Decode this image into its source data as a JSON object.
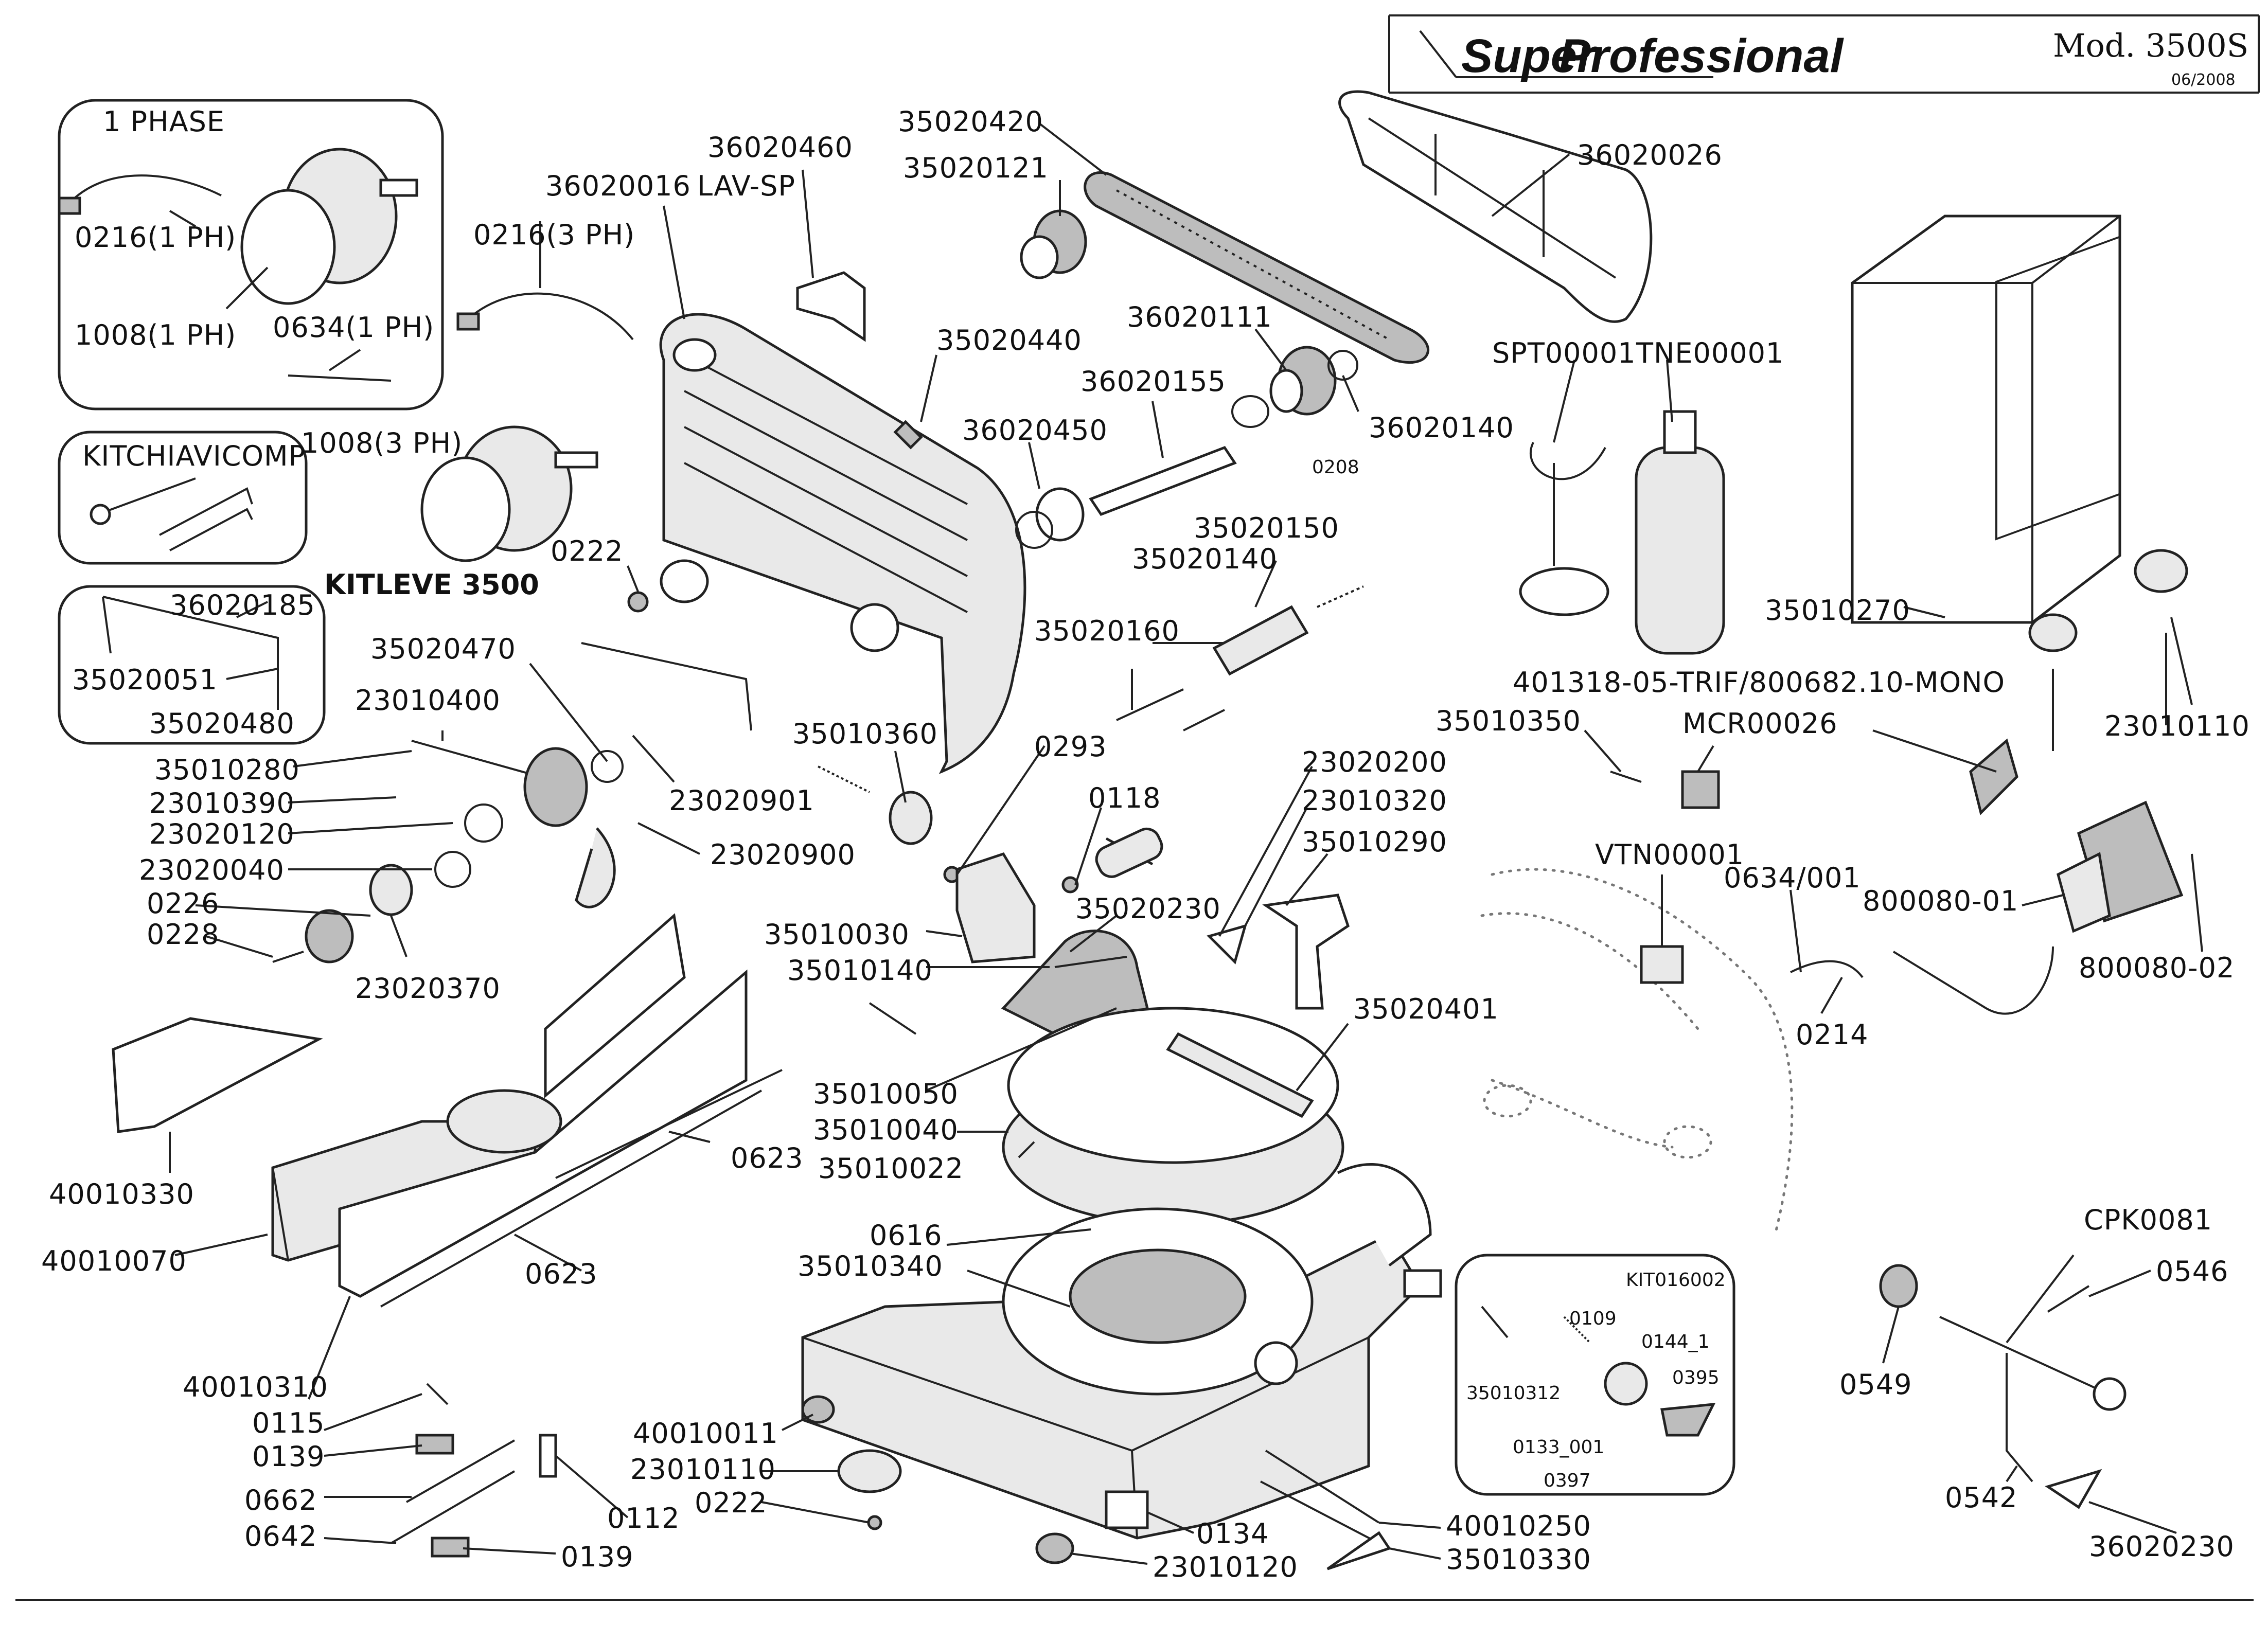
{
  "header": {
    "brand_left": "Super",
    "brand_right": "Professional",
    "model": "Mod. 3500S",
    "date": "06/2008"
  },
  "callouts": {
    "phase1_title": "1 PHASE",
    "kitchiavicomp": "KITCHIAVICOMP",
    "kitleve": "KITLEVE 3500",
    "kit016002": "KIT016002",
    "p0216_1ph": "0216(1 PH)",
    "p1008_1ph": "1008(1 PH)",
    "p0634_1ph": "0634(1 PH)",
    "p0216_3ph": "0216(3 PH)",
    "p1008_3ph": "1008(3 PH)",
    "p36020016": "36020016",
    "p36020460": "36020460",
    "lavsp": "LAV-SP",
    "p35020420": "35020420",
    "p35020121": "35020121",
    "p36020026": "36020026",
    "p35020440": "35020440",
    "p36020111": "36020111",
    "p36020155": "36020155",
    "p36020450": "36020450",
    "p0208": "0208",
    "p36020140": "36020140",
    "spt00001": "SPT00001",
    "tne00001": "TNE00001",
    "p0222a": "0222",
    "p36020185": "36020185",
    "p35020051": "35020051",
    "p35020480": "35020480",
    "p35020470": "35020470",
    "p35020150": "35020150",
    "p35020140": "35020140",
    "p35020160": "35020160",
    "p35010270": "35010270",
    "p23010400": "23010400",
    "p35010280": "35010280",
    "p23010390": "23010390",
    "p23020120": "23020120",
    "p23020040": "23020040",
    "p0226": "0226",
    "p0228": "0228",
    "p23020370": "23020370",
    "p23020901": "23020901",
    "p23020900": "23020900",
    "p35010360": "35010360",
    "p0293": "0293",
    "p0118": "0118",
    "p23020200": "23020200",
    "p23010320": "23010320",
    "p35010290": "35010290",
    "p401318": "401318-05-TRIF/800682.10-MONO",
    "p35010350": "35010350",
    "mcr00026": "MCR00026",
    "p23010110a": "23010110",
    "p35010030": "35010030",
    "p35020230": "35020230",
    "p35010140": "35010140",
    "vtn00001": "VTN00001",
    "p0634_001": "0634/001",
    "p800080_01": "800080-01",
    "p800080_02": "800080-02",
    "p0214": "0214",
    "p35020401": "35020401",
    "p35010050": "35010050",
    "p35010040": "35010040",
    "p35010022": "35010022",
    "p0623a": "0623",
    "p0623b": "0623",
    "p40010330": "40010330",
    "p40010070": "40010070",
    "p0616": "0616",
    "p35010340": "35010340",
    "cpk0081": "CPK0081",
    "p0546": "0546",
    "p0109": "0109",
    "p0144_1": "0144_1",
    "p35010312": "35010312",
    "p0395": "0395",
    "p0133_001": "0133_001",
    "p0397": "0397",
    "p0549": "0549",
    "p40010310": "40010310",
    "p0115": "0115",
    "p0139a": "0139",
    "p0662": "0662",
    "p0642": "0642",
    "p0139b": "0139",
    "p0112": "0112",
    "p40010011": "40010011",
    "p23010110b": "23010110",
    "p0222b": "0222",
    "p0134": "0134",
    "p23010120": "23010120",
    "p40010250": "40010250",
    "p35010330": "35010330",
    "p0542": "0542",
    "p36020230": "36020230"
  }
}
